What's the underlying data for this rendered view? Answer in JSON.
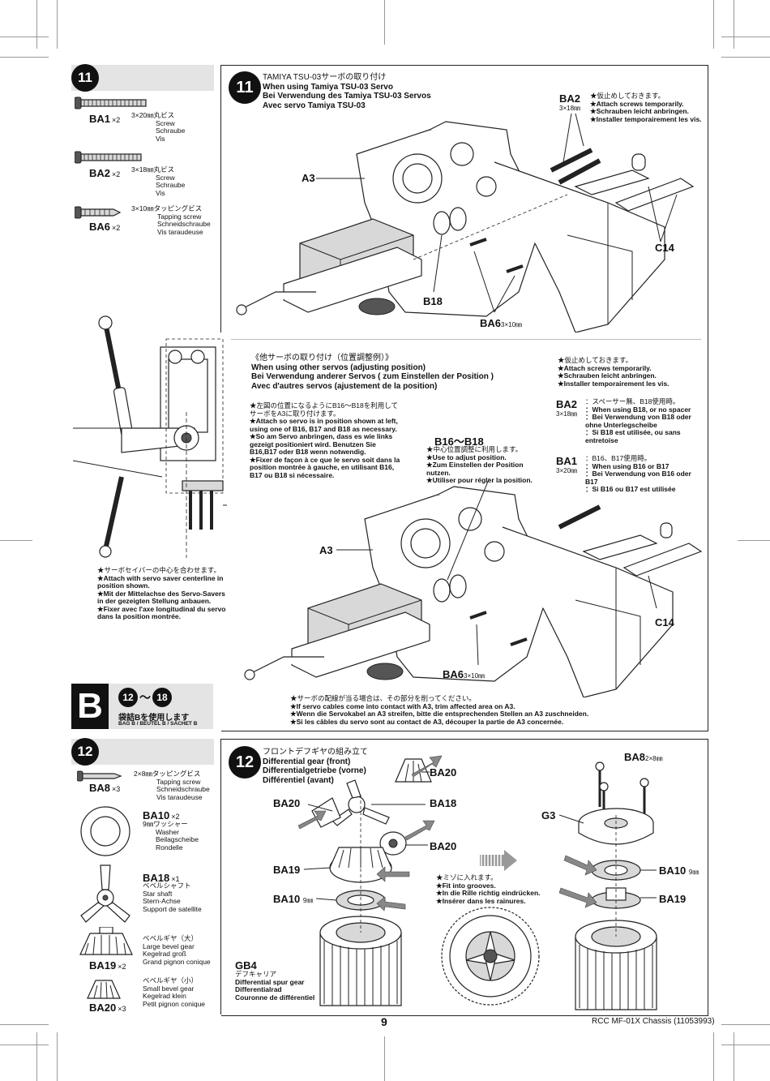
{
  "steps": {
    "s11_num": "11",
    "s12_num": "12",
    "s11_parts": [
      {
        "code": "BA1",
        "qty": "×2",
        "desc": [
          "3×20㎜丸ビス",
          "Screw",
          "Schraube",
          "Vis"
        ]
      },
      {
        "code": "BA2",
        "qty": "×2",
        "desc": [
          "3×18㎜丸ビス",
          "Screw",
          "Schraube",
          "Vis"
        ]
      },
      {
        "code": "BA6",
        "qty": "×2",
        "desc": [
          "3×10㎜タッピングビス",
          "Tapping screw",
          "Schneidschraube",
          "Vis taraudeuse"
        ]
      }
    ],
    "s11_title": [
      "TAMIYA TSU-03サーボの取り付け",
      "When using Tamiya TSU-03 Servo",
      "Bei Verwendung des Tamiya TSU-03 Servos",
      "Avec servo Tamiya TSU-03"
    ],
    "s11_labels": {
      "a3_top": "A3",
      "ba2_top": "BA2",
      "ba2_top_size": "3×18㎜",
      "c14_top": "C14",
      "b18": "B18",
      "ba6_top": "BA6",
      "ba6_top_size": "3×10㎜",
      "a3_bottom": "A3",
      "c14_bottom": "C14",
      "ba6_bottom": "BA6",
      "ba6_bottom_size": "3×10㎜",
      "b16b18": "B16～B18",
      "ba2_mid": "BA2",
      "ba2_mid_size": "3×18㎜",
      "ba1_mid": "BA1",
      "ba1_mid_size": "3×20㎜"
    },
    "s11_note_temp": [
      "★仮止めしておきます。",
      "★Attach screws temporarily.",
      "★Schrauben leicht anbringen.",
      "★Installer temporairement les vis."
    ],
    "s11_other_title": [
      "《他サーボの取り付け（位置調整例）》",
      "When using other servos (adjusting position)",
      "Bei Verwendung anderer Servos ( zum Einstellen der Position )",
      "Avec d'autres servos (ajustement de la position)"
    ],
    "s11_note_left": [
      "★左図の位置になるようにB16～B18を利用してサーボをA3に取り付けます。",
      "★Attach so servo is in position shown at left, using one of B16, B17 and B18 as necessary.",
      "★So am Servo anbringen, dass es wie links gezeigt positioniert wird. Benutzen Sie B16,B17 oder B18 wenn notwendig.",
      "★Fixer de façon à ce que le servo soit dans la position montrée à gauche, en utilisant B16, B17 ou B18 si nécessaire."
    ],
    "s11_note_b16": [
      "★中心位置調整に利用します。",
      "★Use to adjust position.",
      "★Zum Einstellen der Position nutzen.",
      "★Utiliser pour régler la position."
    ],
    "s11_note_temp2": [
      "★仮止めしておきます。",
      "★Attach screws temporarily.",
      "★Schrauben leicht anbringen.",
      "★Installer temporairement les vis."
    ],
    "s11_ba2_note": [
      "：スペーサー無、B18使用時。",
      "：When using B18, or no spacer",
      "：Bei Verwendung von B18 oder ohne Unterlegscheibe",
      "：Si B18 est utilisée, ou sans entretoise"
    ],
    "s11_ba1_note": [
      "：B16、B17使用時。",
      "：When using B16 or B17",
      "：Bei Verwendung von B16 oder B17",
      "：Si B16 ou B17 est utilisée"
    ],
    "s11_saver_note": [
      "★サーボセイバーの中心を合わせます。",
      "★Attach with servo saver centerline in position shown.",
      "★Mit der Mittelachse des Servo-Savers in der gezeigten Stellung anbauen.",
      "★Fixer avec l'axe longitudinal du servo dans la position montrée."
    ],
    "s11_cable_note": [
      "★サーボの配線が当る場合は、その部分を削ってください。",
      "★If servo cables come into contact with A3, trim affected area on A3.",
      "★Wenn die Servokabel an A3 streifen, bitte die entsprechenden Stellen an A3 zuschneiden.",
      "★Si les câbles du servo sont au contact de A3, découper la partie de A3 concernée."
    ],
    "bag": {
      "letter": "B",
      "range_from": "12",
      "range_sep": "～",
      "range_to": "18",
      "jp": "袋詰Bを使用します",
      "en": "BAG B / BEUTEL B / SACHET B"
    },
    "s12_parts": [
      {
        "code": "BA8",
        "qty": "×3",
        "desc": [
          "2×8㎜タッピングビス",
          "Tapping screw",
          "Schneidschraube",
          "Vis taraudeuse"
        ]
      },
      {
        "code": "BA10",
        "qty": "×2",
        "desc": [
          "9㎜ワッシャー",
          "Washer",
          "Beilagscheibe",
          "Rondelle"
        ]
      },
      {
        "code": "BA18",
        "qty": "×1",
        "desc": [
          "ベベルシャフト",
          "Star shaft",
          "Stern-Achse",
          "Support de satellite"
        ]
      },
      {
        "code": "BA19",
        "qty": "×2",
        "desc": [
          "ベベルギヤ（大）",
          "Large bevel gear",
          "Kegelrad groß",
          "Grand pignon conique"
        ]
      },
      {
        "code": "BA20",
        "qty": "×3",
        "desc": [
          "ベベルギヤ（小）",
          "Small bevel gear",
          "Kegelrad klein",
          "Petit pignon conique"
        ]
      }
    ],
    "s12_title": [
      "フロントデフギヤの組み立て",
      "Differential gear (front)",
      "Differentialgetriebe (vorne)",
      "Différentiel (avant)"
    ],
    "s12_labels": {
      "ba20_a": "BA20",
      "ba20_b": "BA20",
      "ba20_c": "BA20",
      "ba18": "BA18",
      "ba19_left": "BA19",
      "ba10_left": "BA10",
      "ba10_left_size": "9㎜",
      "gb4": "GB4",
      "gb4_desc": [
        "デフキャリア",
        "Differential spur gear",
        "Differentialrad",
        "Couronne de différentiel"
      ],
      "ba8": "BA8",
      "ba8_size": "2×8㎜",
      "g3": "G3",
      "ba10_right": "BA10",
      "ba10_right_size": "9㎜",
      "ba19_right": "BA19"
    },
    "s12_groove_note": [
      "★ミゾに入れます。",
      "★Fit into grooves.",
      "★In die Rille richtig eindrücken.",
      "★Insérer dans les rainures."
    ]
  },
  "footer": {
    "page": "9",
    "model": "RCC MF-01X Chassis (11053993)"
  }
}
